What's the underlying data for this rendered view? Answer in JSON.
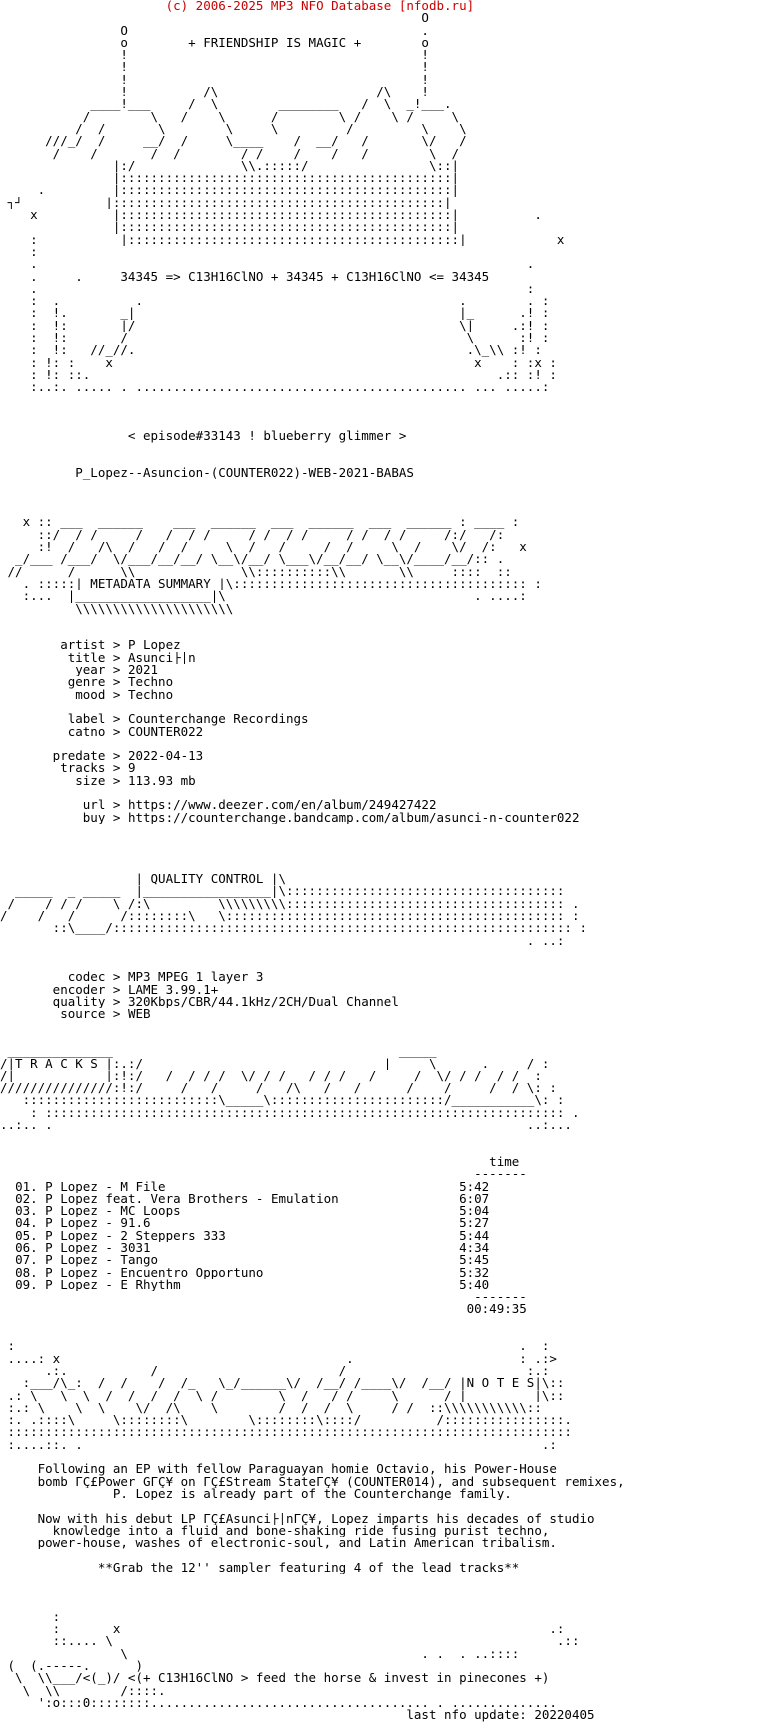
{
  "colors": {
    "header": "#cc0000",
    "text": "#000000",
    "background": "#ffffff"
  },
  "header": "                      (c) 2006-2025 MP3 NFO Database [nfodb.ru]",
  "art_top": [
    "                                                        O",
    "                O                                       .",
    "                o        + FRIENDSHIP IS MAGIC +        o",
    "                !                                       !",
    "                !                                       !",
    "                !                                       !",
    "                !          /\\                     /\\    !",
    "            ____!___     /  \\        ________   /  \\  _!___.",
    "           /        \\___/    \\______/        \\_/    \\_/     \\",
    "  _ ___ _ /  /_______\\   _____\\     \\_______  /   ______\\ ___\\_ ____ _",
    "      ///_/  /     __/  /     \\____    /  __/   /       \\/   /",
    "       /____/_______/__/________/ /____/____/___/________\\__/",
    "               |:/______________\\\\.:::::/________________\\::|",
    "               |::::::::::::::::::::::::::::::::::::::::::::|",
    "     .         |::::::::::::::::::::::::::::::::::::::::::::|",
    " ┐┘           |::::::::::::::::::::::::::::::::::::::::::::|",
    "    x          |::::::::::::::::::::::::::::::::::::::::::::|          .",
    "               |::::::::::::::::::::::::::::::::::::::::::::|",
    "    :       _ __|::::::::::::::::::::::::::::::::::::::::::::|___ _       x",
    "    :",
    "    .                                                                 .",
    "    .     .     34345 => C13H16ClNO + 34345 + C13H16ClNO <= 34345",
    "    .                                                                 :",
    "    :  .      _ __.__________________________________________.___ _   . :",
    "    :  !.       _|                                           |_      .! :",
    "    :  !:       |/                                           \\|     .:! :",
    "    :  !:    _ _/                                             \\_ _   :! :",
    "    :  !:   //_//.                                            .\\_\\\\ :! :",
    "    : !: :    x                                                x    : :x :",
    "    : !: ::.                                                      .:: :! :",
    "    :..:. ..... . ............................................ ... .....:"
  ],
  "episode": "                 < episode#33143 ! blueberry glimmer >",
  "release": "          P_Lopez--Asuncion-(COUNTER022)-WEB-2021-BABAS",
  "art_meta": [
    "   x :: ___  ______    ___  ______  ___  ______  ___  ______ : ____ :",
    "     ::/  /_/     /___/  /_/     /_/  /_/     /_/  /_/     /:/   /:",
    "   __:!__/   /\\  /   /  /  _  \\  /  _/  _  /  /  _  \\  / __ \\/  /:   x",
    "  _/___ /___/  \\/___/__/__/ \\__\\/__/ \\___\\/__/__/ \\__\\/____/__/:: .",
    " //______/______\\\\______________\\\\::::::::::\\\\_______\\\\_____::::  ::",
    "   . :::::| METADATA SUMMARY |\\::::::::::::::::::::::::::::::::::::::: :",
    "   :...  |__________________|\\                                 . ....:",
    "          \\\\\\\\\\\\\\\\\\\\\\\\\\\\\\\\\\\\\\\\\\"
  ],
  "meta": [
    {
      "key": "        artist",
      "value": "P Lopez"
    },
    {
      "key": "         title",
      "value": "Asunci├│n"
    },
    {
      "key": "          year",
      "value": "2021"
    },
    {
      "key": "         genre",
      "value": "Techno"
    },
    {
      "key": "          mood",
      "value": "Techno"
    },
    {
      "key": "",
      "value": ""
    },
    {
      "key": "         label",
      "value": "Counterchange Recordings"
    },
    {
      "key": "         catno",
      "value": "COUNTER022"
    },
    {
      "key": "",
      "value": ""
    },
    {
      "key": "       predate",
      "value": "2022-04-13"
    },
    {
      "key": "        tracks",
      "value": "9"
    },
    {
      "key": "          size",
      "value": "113.93 mb"
    },
    {
      "key": "",
      "value": ""
    },
    {
      "key": "           url",
      "value": "https://www.deezer.com/en/album/249427422"
    },
    {
      "key": "           buy",
      "value": "https://counterchange.bandcamp.com/album/asunci-n-counter022"
    }
  ],
  "art_quality": [
    "                   _______________",
    "                  | QUALITY CONTROL |\\",
    "  _____  _ _____  |_________________|\\:::::::::::::::::::::::::::::::::::::",
    " /    /_/ /    \\_/:\\______   \\\\\\\\\\\\\\\\\\::::::::::::::::::::::::::::::::::::: .",
    "/____/___/______/::::::::\\___\\::::::::::::::::::::::::::::::::::::::::::::: :",
    "       ::\\____/::::::::::::::::::::::::::::::::::::::::::::::::::::::::::::: :",
    "                                                                      . ..:"
  ],
  "quality": [
    {
      "key": "         codec",
      "value": "MP3 MPEG 1 layer 3"
    },
    {
      "key": "       encoder",
      "value": "LAME 3.99.1+"
    },
    {
      "key": "       quality",
      "value": "320Kbps/CBR/44.1kHz/2CH/Dual Channel"
    },
    {
      "key": "        source",
      "value": "WEB"
    }
  ],
  "art_tracks": [
    " ______________                                      _____",
    "/|T R A C K S |:.:/____  _ _ ___  ____ ____ ___ ___|_____\\_____ . ____/_:",
    "/|____________|:!:/   /__/_/_/  \\/_/ / __/_/ /___/     /  \\/ / /__/ /__:",
    "///////////////:!:/_____/___/_____/___/\\___/___/______/____/_____/__/ \\: :",
    "   ::::::::::::::::::::::::::\\_____\\:::::::::::::::::::::::/___________\\: :",
    "    : ::::::::::::::::::::::::::::::::::::::::::::::::::::::::::::::::::::: .",
    "..:.. .                                                               ..:..."
  ],
  "tracks_header": "                                                                 time",
  "tracks_rule": "                                                               -------",
  "tracks": [
    {
      "no": "01.",
      "title": "P Lopez - M_File",
      "time": "5:42"
    },
    {
      "no": "02.",
      "title": "P Lopez feat. Vera Brothers - Emulation",
      "time": "6:07"
    },
    {
      "no": "03.",
      "title": "P Lopez - MC Loops",
      "time": "5:04"
    },
    {
      "no": "04.",
      "title": "P Lopez - 91.6",
      "time": "5:27"
    },
    {
      "no": "05.",
      "title": "P Lopez - 2 Steppers 333",
      "time": "5:44"
    },
    {
      "no": "06.",
      "title": "P Lopez - 3031",
      "time": "4:34"
    },
    {
      "no": "07.",
      "title": "P Lopez - Tango",
      "time": "5:45"
    },
    {
      "no": "08.",
      "title": "P Lopez - Encuentro Opportuno",
      "time": "5:32"
    },
    {
      "no": "09.",
      "title": "P Lopez - E_Rhythm",
      "time": "5:40"
    }
  ],
  "total": "                                                              00:49:35",
  "art_notes": [
    " :                                                                   .  :",
    " ....: x              _                       .                      : .:>",
    "      .:.     ______/_ _____    _____  _____ /  ____  ____  _ _______ :.:",
    "   :___/\\_:  /  /    /  /_   \\_/______\\/  /__/ /____\\/  /__/ |N O T E S|\\::",
    " .:_\\_  \\  \\  /  /  /  /  \\_/        \\  /  _/ /     \\  ____/ |_________|\\::",
    " :.: \\____\\  \\____\\/__/\\____\\________/__/__/  \\_____/_/  ::\\\\\\\\\\\\\\\\\\\\\\::",
    " :. .::::\\_____\\::::::::\\________\\::::::::\\::::/__________/::::::::::::::::.",
    " :::::::::::::::::::::::::::::::::::::::::::::::::::::::::::::::::::::::::::",
    " :....::. .                                                             .:"
  ],
  "notes": [
    "     Following an EP with fellow Paraguayan homie Octavio, his Power-House",
    "     bomb ΓÇ£Power GΓÇ¥ on ΓÇ£Stream StateΓÇ¥ (COUNTER014), and subsequent remixes,",
    "               P. Lopez is already part of the Counterchange family.",
    "",
    "     Now with his debut LP ΓÇ£Asunci├│nΓÇ¥, Lopez imparts his decades of studio",
    "       knowledge into a fluid and bone-shaking ride fusing purist techno,",
    "     power-house, washes of electronic-soul, and Latin American tribalism.",
    "",
    "             **Grab the 12'' sampler featuring 4 of the lead tracks**"
  ],
  "art_footer": [
    "       :",
    "       :       x                                                         .:",
    "       ::.... \\                                                           .::",
    "  ______________\\___                                    . .  . ..::::",
    " (  (.-----.  _   )",
    "  \\  \\\\___/<(_)/ <(+ C13H16ClNO > feed the horse & invest in pinecones +)",
    "   \\__\\\\________/::::.",
    "     ':o:::0::::::::..................................... . ..............",
    "                                                      last nfo update: 20220405"
  ]
}
